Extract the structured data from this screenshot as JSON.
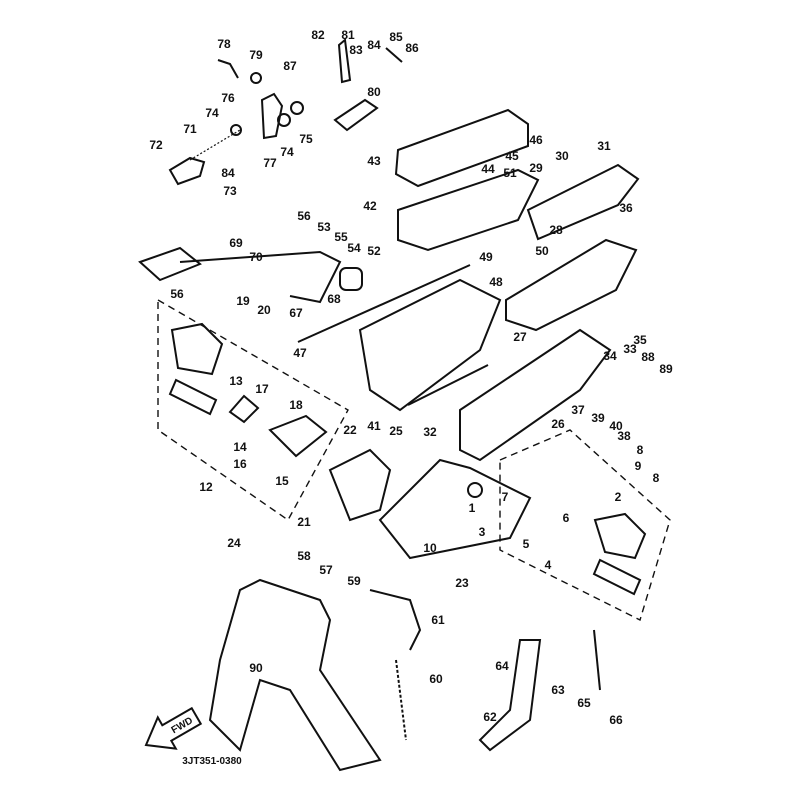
{
  "diagram": {
    "drawing_code": "3JT351-0380",
    "direction_marker": "FWD",
    "part_labels": [
      "78",
      "79",
      "82",
      "81",
      "83",
      "84",
      "85",
      "86",
      "87",
      "80",
      "76",
      "74",
      "71",
      "72",
      "77",
      "74",
      "75",
      "84",
      "73",
      "46",
      "43",
      "45",
      "44",
      "31",
      "30",
      "29",
      "51",
      "42",
      "56",
      "53",
      "55",
      "54",
      "52",
      "28",
      "36",
      "50",
      "69",
      "70",
      "49",
      "48",
      "56",
      "19",
      "20",
      "68",
      "67",
      "27",
      "35",
      "33",
      "34",
      "88",
      "89",
      "47",
      "13",
      "41",
      "17",
      "18",
      "37",
      "39",
      "40",
      "38",
      "26",
      "32",
      "22",
      "25",
      "14",
      "16",
      "15",
      "12",
      "8",
      "9",
      "8",
      "21",
      "1",
      "7",
      "6",
      "2",
      "3",
      "5",
      "4",
      "10",
      "24",
      "23",
      "58",
      "57",
      "59",
      "61",
      "90",
      "60",
      "64",
      "63",
      "65",
      "62",
      "66"
    ]
  }
}
